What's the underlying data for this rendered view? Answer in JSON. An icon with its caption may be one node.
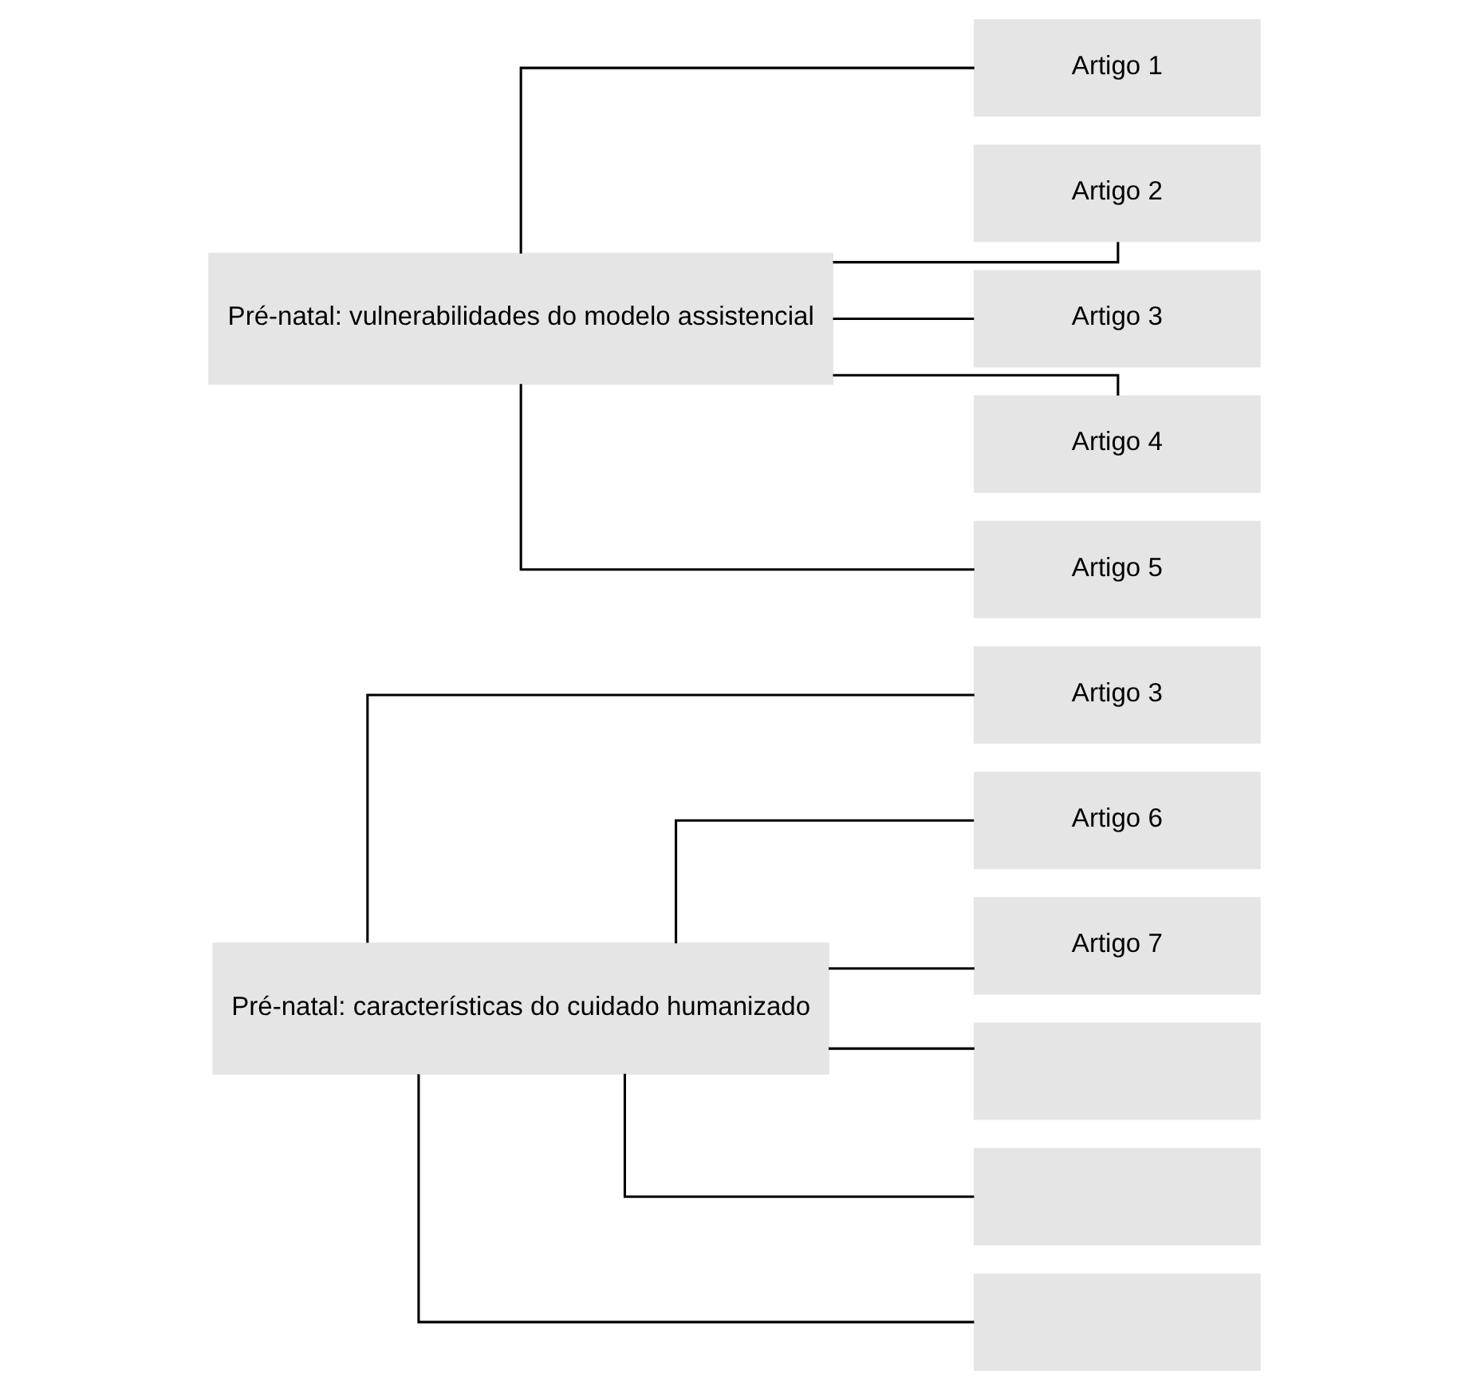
{
  "diagram": {
    "nodes": [
      {
        "text": [
          "Artigo 3"
        ]
      },
      {
        "text": [
          "Artigo 6"
        ]
      },
      {
        "text": [
          "Artigo 1"
        ]
      },
      {
        "text": [
          "Artigo 7"
        ]
      },
      {
        "text": [
          "Pré-natal: características do cuidado humanizado"
        ]
      },
      {
        "text": [
          "Artigo 2"
        ]
      },
      {
        "text": [],
        "shape": "box"
      },
      {
        "text": [
          "Pré-natal: vulnerabilidades do modelo assistencial"
        ]
      },
      {
        "text": [
          "Artigo 3"
        ]
      },
      {
        "text": [],
        "shape": "box"
      },
      {
        "text": [
          "Artigo 4"
        ]
      },
      {
        "text": [],
        "shape": "box"
      },
      {
        "text": [
          "Artigo 5"
        ]
      }
    ],
    "edges": [
      {
        "from": 4,
        "to": 0,
        "arrow": "none"
      },
      {
        "from": 4,
        "to": 1,
        "arrow": "none"
      },
      {
        "from": 4,
        "to": 3,
        "arrow": "none"
      },
      {
        "from": 4,
        "to": 6,
        "arrow": "none"
      },
      {
        "from": 4,
        "to": 9,
        "arrow": "none"
      },
      {
        "from": 4,
        "to": 11,
        "arrow": "none"
      },
      {
        "from": 7,
        "to": 2,
        "arrow": "none"
      },
      {
        "from": 7,
        "to": 5,
        "arrow": "none"
      },
      {
        "from": 7,
        "to": 8,
        "arrow": "none"
      },
      {
        "from": 7,
        "to": 10,
        "arrow": "none"
      },
      {
        "from": 7,
        "to": 12,
        "arrow": "none"
      }
    ]
  }
}
